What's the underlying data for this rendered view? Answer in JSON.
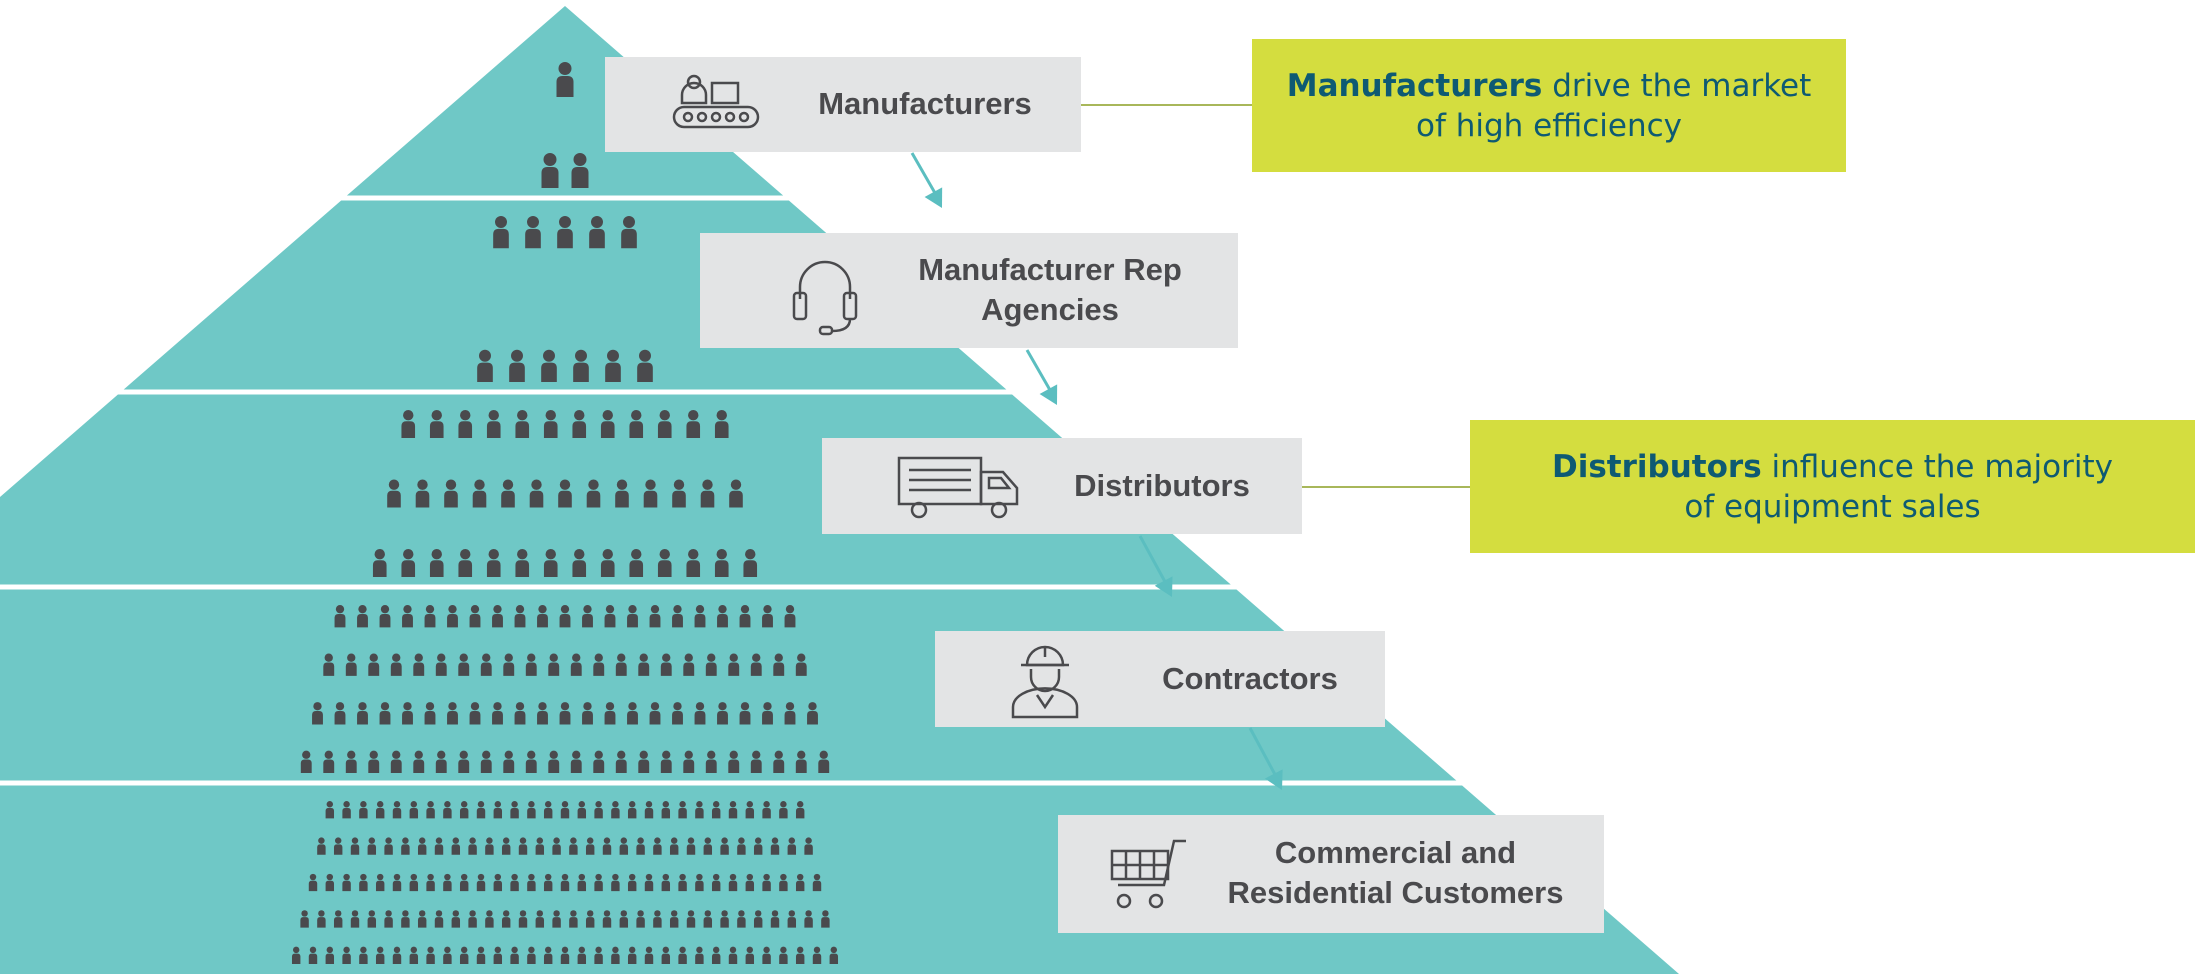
{
  "tiers": [
    {
      "label_lines": [
        "Manufacturers"
      ],
      "icon": "conveyor-factory-icon",
      "people_rows": [
        1,
        2
      ]
    },
    {
      "label_lines": [
        "Manufacturer Rep",
        "Agencies"
      ],
      "icon": "headset-icon",
      "people_rows": [
        5,
        6
      ]
    },
    {
      "label_lines": [
        "Distributors"
      ],
      "icon": "delivery-truck-icon",
      "people_rows": [
        12,
        13,
        14
      ]
    },
    {
      "label_lines": [
        "Contractors"
      ],
      "icon": "hard-hat-worker-icon",
      "people_rows": [
        21,
        22,
        23,
        24
      ]
    },
    {
      "label_lines": [
        "Commercial and",
        "Residential Customers"
      ],
      "icon": "shopping-cart-icon",
      "people_rows": [
        29,
        30,
        31,
        32,
        33
      ]
    }
  ],
  "callouts": [
    {
      "bold": "Manufacturers",
      "rest_line1": " drive the market",
      "line2": "of high efficiency"
    },
    {
      "bold": "Distributors",
      "rest_line1": " influence the majority",
      "line2": "of equipment sales"
    }
  ],
  "colors": {
    "pyramid": "#6fc8c6",
    "pyramid_gap": "#ffffff",
    "person": "#4a4a4d",
    "label_bg": "#e3e4e5",
    "label_text": "#4a4a4d",
    "callout_bg": "#d4dd3f",
    "callout_text": "#0e5a73",
    "arrow": "#5bbec0",
    "connector": "#a8b75a"
  }
}
